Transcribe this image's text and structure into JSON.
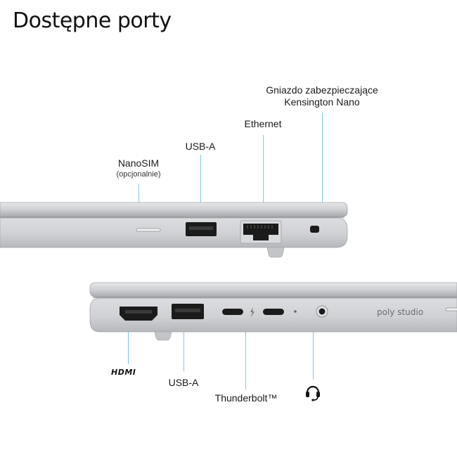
{
  "title": "Dostępne porty",
  "top_ports": {
    "nanosim": {
      "label": "NanoSIM",
      "sub": "(opcjonalnie)"
    },
    "usb_a": {
      "label": "USB-A"
    },
    "ethernet": {
      "label": "Ethernet"
    },
    "kensington": {
      "line1": "Gniazdo zabezpieczające",
      "line2": "Kensington Nano"
    }
  },
  "bottom_ports": {
    "hdmi": {
      "label": "HDMI",
      "icon": "hdmi-logo-icon"
    },
    "usb_a": {
      "label": "USB-A"
    },
    "thunderbolt": {
      "label": "Thunderbolt™"
    },
    "audio": {
      "icon": "headset-icon"
    }
  },
  "branding": {
    "speaker_text": "poly studio"
  },
  "colors": {
    "leader": "#7fc7e6",
    "chassis": "#c9cacc",
    "port": "#1b1b1b"
  }
}
